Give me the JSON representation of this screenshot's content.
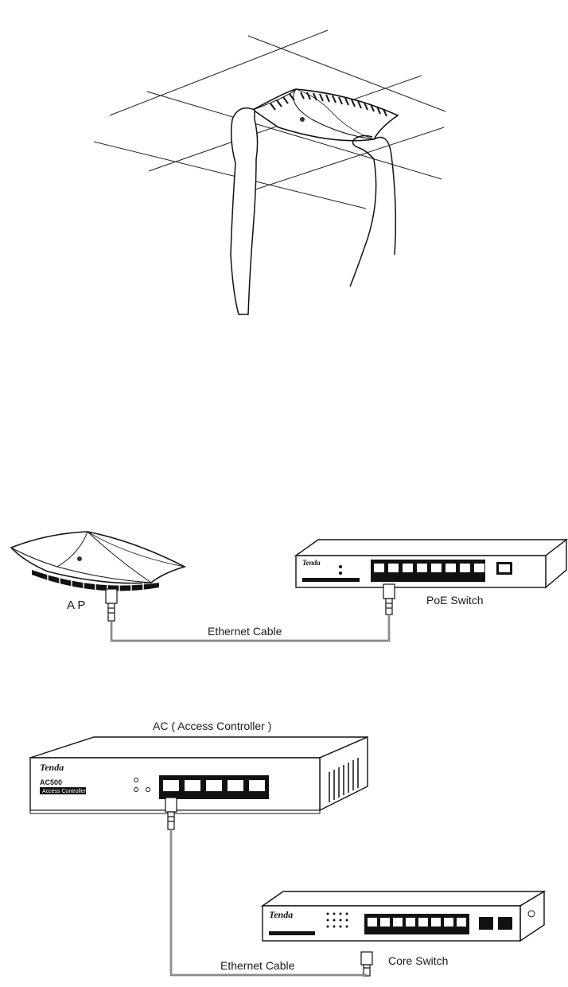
{
  "figure_ap_poe": {
    "ap_label": "A P",
    "poe_switch_label": "PoE Switch",
    "cable_label": "Ethernet Cable",
    "switch_brand": "Tenda"
  },
  "figure_ac_core": {
    "ac_title": "AC ( Access Controller )",
    "ac_brand": "Tenda",
    "ac_model": "AC500",
    "ac_subtitle": "Access Controller",
    "core_switch_label": "Core Switch",
    "core_brand": "Tenda",
    "cable_label": "Ethernet Cable"
  },
  "icons": [
    "ceiling-grid",
    "hands-icon",
    "access-point-icon",
    "poe-switch-icon",
    "rj45-connector-icon",
    "access-controller-icon",
    "core-switch-icon"
  ]
}
